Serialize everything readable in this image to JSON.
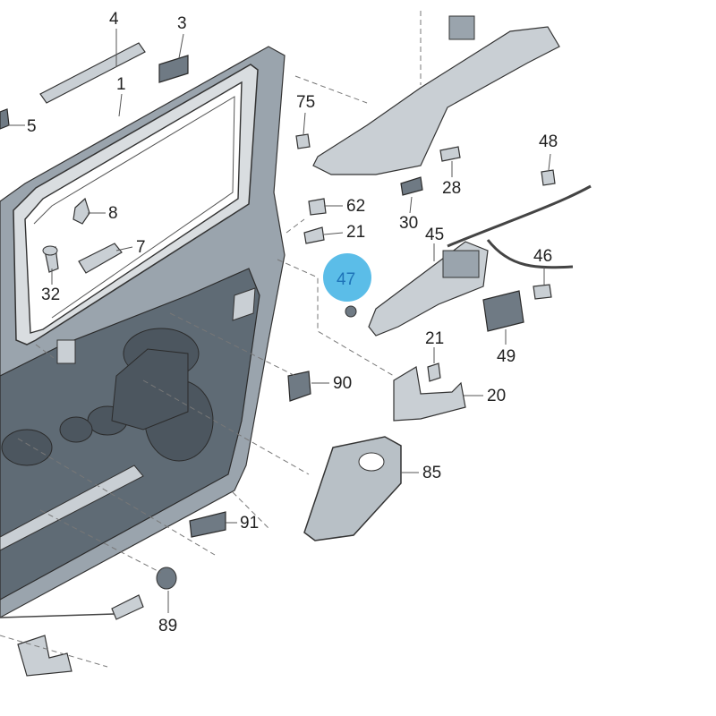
{
  "diagram": {
    "callouts": [
      {
        "id": "4",
        "text": "4"
      },
      {
        "id": "3",
        "text": "3"
      },
      {
        "id": "1",
        "text": "1"
      },
      {
        "id": "5",
        "text": "5"
      },
      {
        "id": "75",
        "text": "75"
      },
      {
        "id": "48",
        "text": "48"
      },
      {
        "id": "28",
        "text": "28"
      },
      {
        "id": "62",
        "text": "62"
      },
      {
        "id": "8",
        "text": "8"
      },
      {
        "id": "30",
        "text": "30"
      },
      {
        "id": "21a",
        "text": "21"
      },
      {
        "id": "45",
        "text": "45"
      },
      {
        "id": "7",
        "text": "7"
      },
      {
        "id": "46",
        "text": "46"
      },
      {
        "id": "47",
        "text": "47"
      },
      {
        "id": "32",
        "text": "32"
      },
      {
        "id": "21b",
        "text": "21"
      },
      {
        "id": "49",
        "text": "49"
      },
      {
        "id": "90",
        "text": "90"
      },
      {
        "id": "20",
        "text": "20"
      },
      {
        "id": "85",
        "text": "85"
      },
      {
        "id": "91",
        "text": "91"
      },
      {
        "id": "89",
        "text": "89"
      }
    ],
    "highlight": {
      "id": "47",
      "color": "#5bbde8"
    },
    "colors": {
      "door": "#8b97a1",
      "door_dark": "#5f6b75",
      "line": "#333333"
    }
  }
}
